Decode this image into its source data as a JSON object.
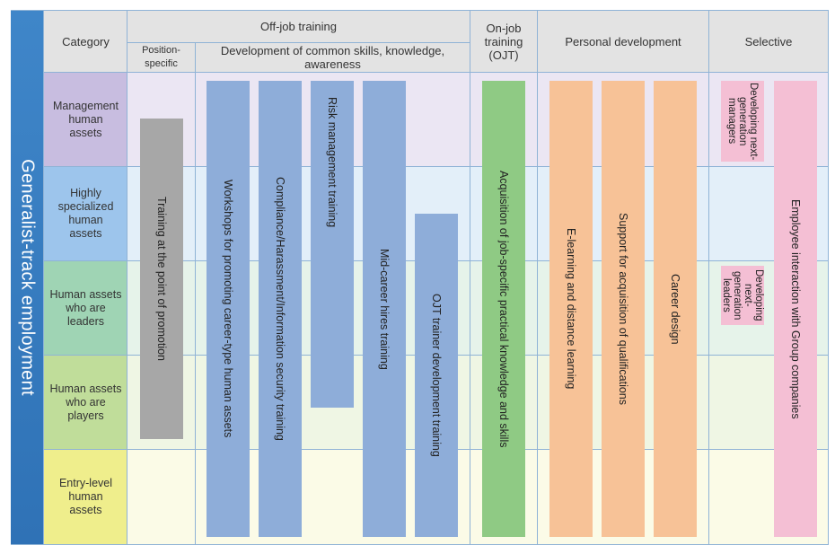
{
  "side_label": "Generalist-track employment",
  "headers": {
    "category": "Category",
    "off_job": "Off-job training",
    "position_specific": "Position-specific",
    "common_skills": "Development of common skills, knowledge, awareness",
    "on_job": "On-job training (OJT)",
    "personal": "Personal development",
    "selective": "Selective"
  },
  "categories": [
    "Management human assets",
    "Highly specialized human assets",
    "Human assets who are leaders",
    "Human assets who are players",
    "Entry-level human assets"
  ],
  "programs": {
    "promotion": "Training at the point of promotion",
    "workshops": "Workshops for promoting career-type human assets",
    "compliance": "Compliance/Harassment/Information security training",
    "risk": "Risk management training",
    "midcareer": "Mid-career hires training",
    "ojt_trainer": "OJT trainer development training",
    "job_specific": "Acquisition of job-specific practical knowledge and skills",
    "elearning": "E-learning and distance learning",
    "qualifications": "Support for acquisition of qualifications",
    "career_design": "Career design",
    "next_gen_managers": "Developing next-generation managers",
    "next_gen_leaders": "Developing next-generation leaders",
    "group_interaction": "Employee interaction with Group companies"
  },
  "colors": {
    "side": "#3f86c9",
    "header": "#e3e3e3",
    "gray": "#a7a7a7",
    "blue": "#8eadd9",
    "green": "#8fca84",
    "orange": "#f7c297",
    "pink": "#f4bfd4",
    "cat_management": "#c8bde0",
    "cat_specialized": "#9dc5ec",
    "cat_leaders": "#9fd4b4",
    "cat_players": "#c0dd9a",
    "cat_entry": "#efee8c"
  }
}
